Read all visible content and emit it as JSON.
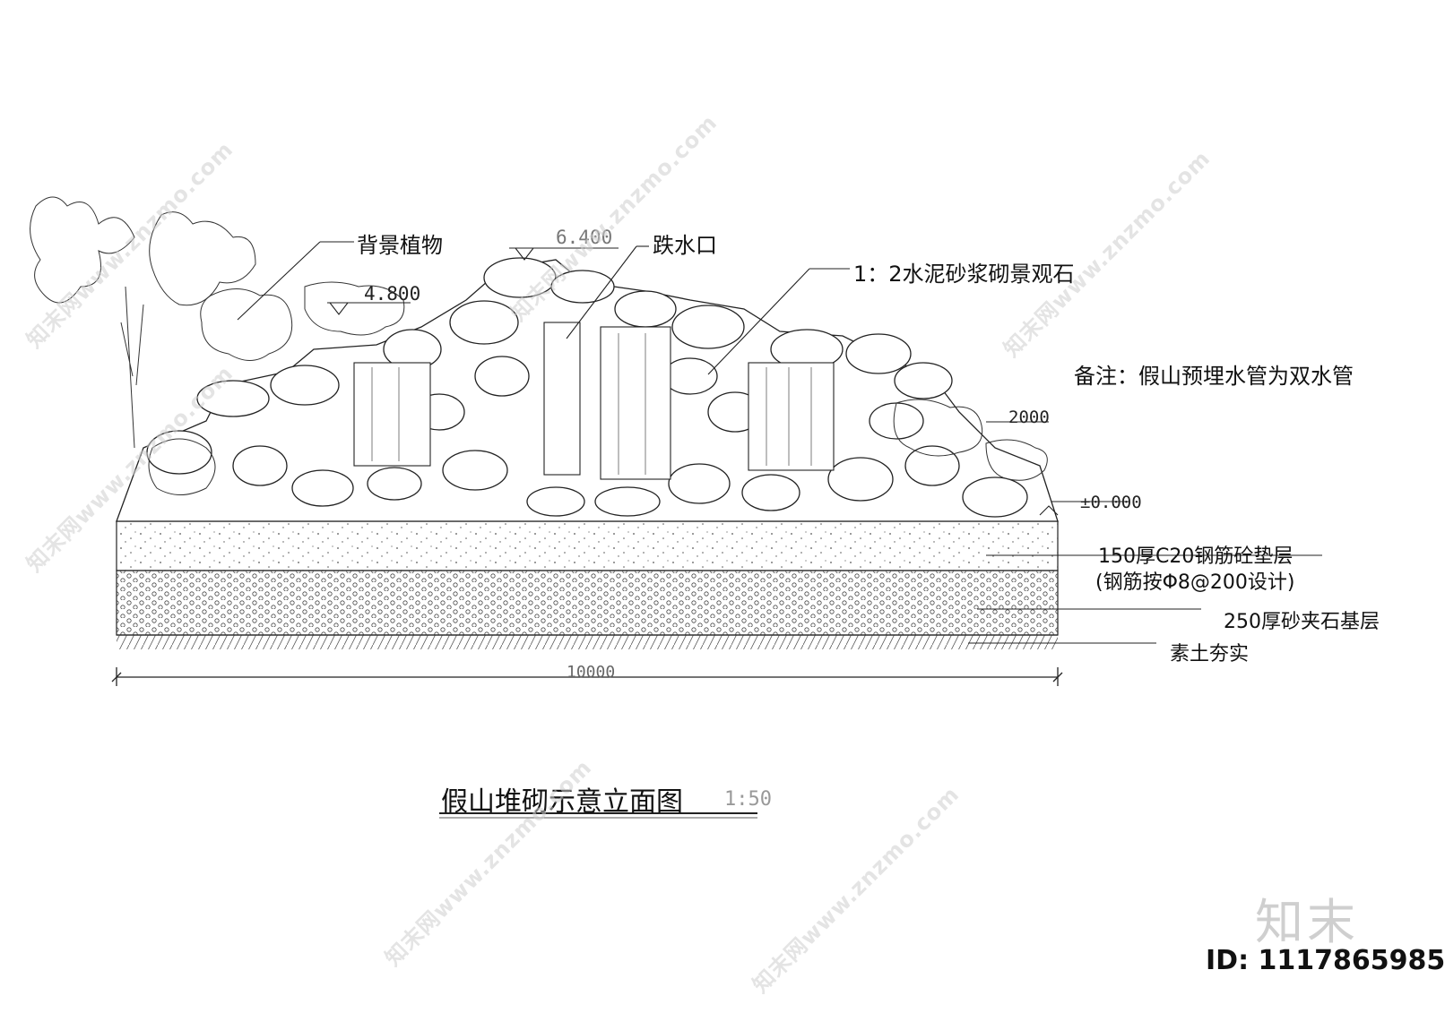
{
  "labels": {
    "background_plants": "背景植物",
    "waterfall_outlet": "跌水口",
    "rockery_stone": "1：2水泥砂浆砌景观石",
    "note": "备注：假山预埋水管为双水管",
    "concrete_layer_1": "150厚C20钢筋砼垫层",
    "concrete_layer_2": "(钢筋按Φ8@200设计)",
    "sand_stone_layer": "250厚砂夹石基层",
    "compacted_soil": "素土夯实"
  },
  "dimensions": {
    "elev_top": "6.400",
    "elev_left": "4.800",
    "elev_zero": "±0.000",
    "width_right": "2000",
    "total_width": "10000"
  },
  "title": {
    "main": "假山堆砌示意立面图",
    "scale": "1:50"
  },
  "watermark": {
    "site": "知末网www.znzmo.com",
    "logo": "知末",
    "id": "ID: 1117865985"
  }
}
